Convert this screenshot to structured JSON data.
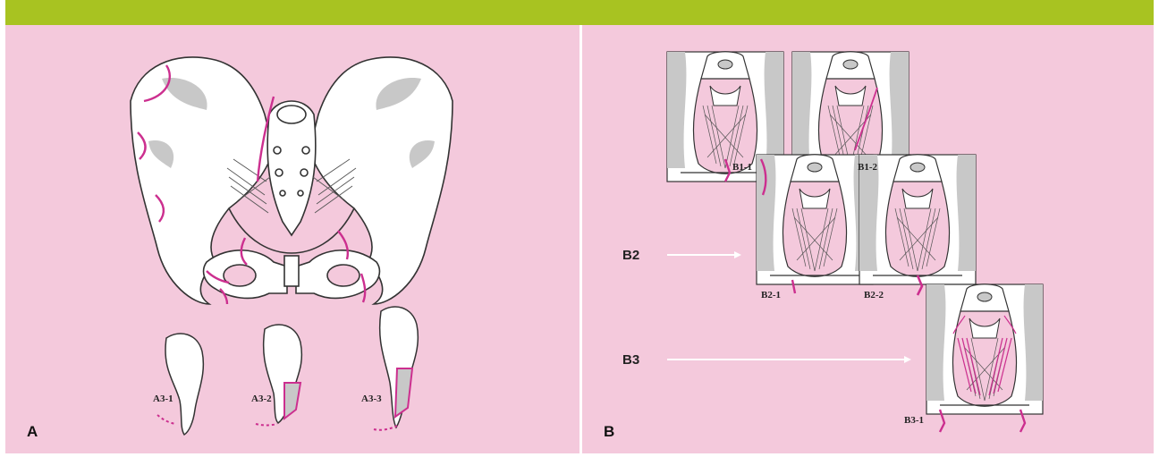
{
  "colors": {
    "top_bar": "#a8c321",
    "panel_bg": "#f4c9dc",
    "bone": "#ffffff",
    "bone_shade": "#c8c8c8",
    "outline": "#333333",
    "fracture": "#cc2f8f"
  },
  "panel_a": {
    "letter": "A",
    "labels": [
      "A3-1",
      "A3-2",
      "A3-3"
    ]
  },
  "panel_b": {
    "letter": "B",
    "labels": [
      "B1-1",
      "B1-2",
      "B2-1",
      "B2-2",
      "B3-1"
    ],
    "arrows": [
      "B2",
      "B3"
    ]
  }
}
